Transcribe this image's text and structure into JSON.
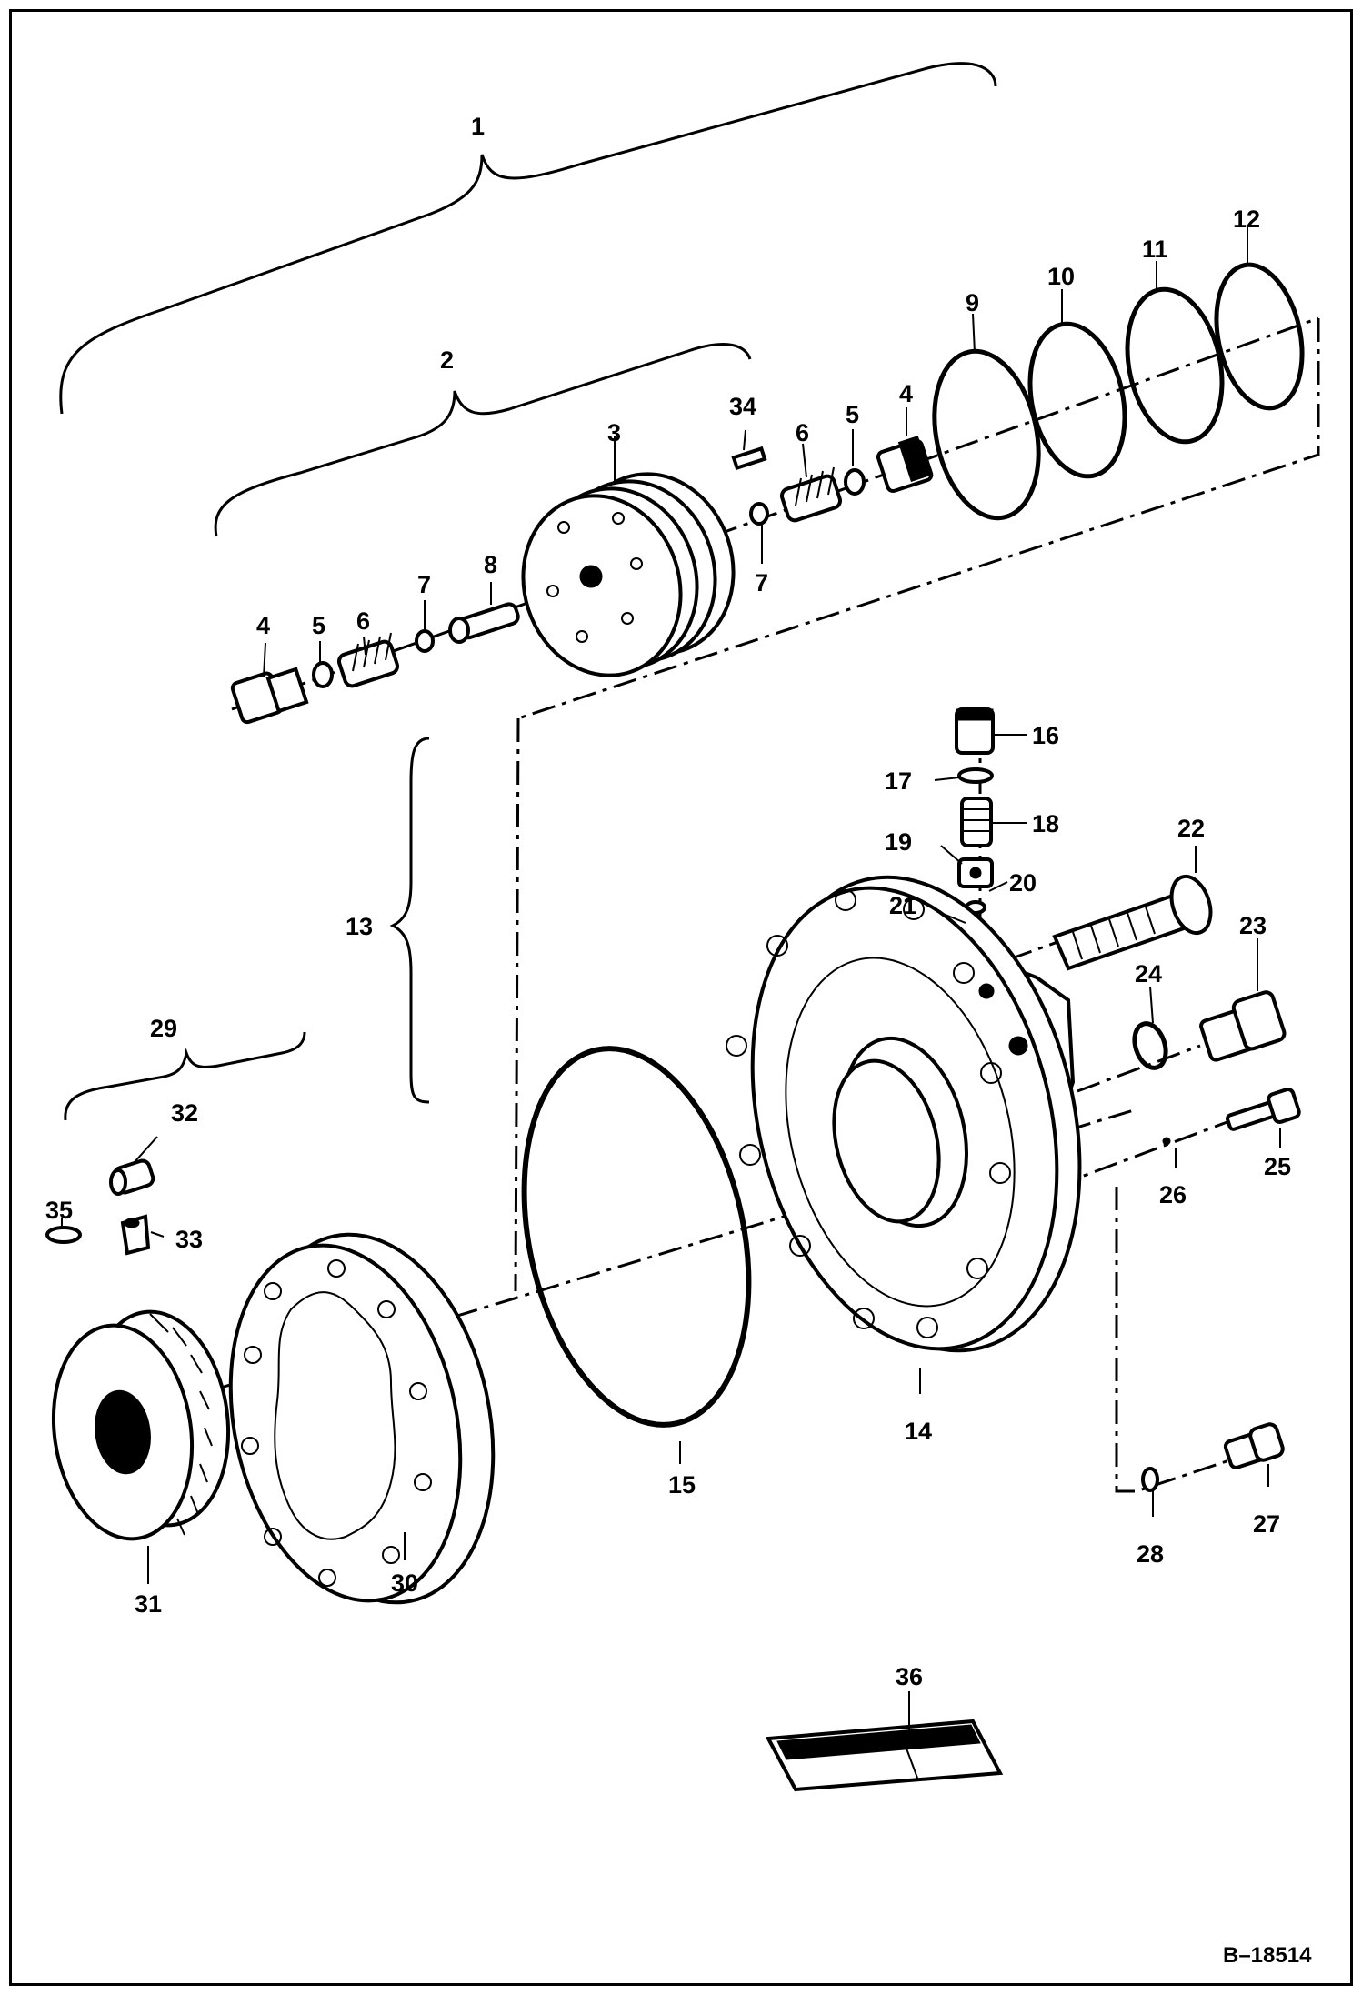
{
  "figure": {
    "reference": "B–18514",
    "part_callouts": {
      "c1": "1",
      "c2": "2",
      "c3": "3",
      "c4a": "4",
      "c4b": "4",
      "c5a": "5",
      "c5b": "5",
      "c6a": "6",
      "c6b": "6",
      "c7a": "7",
      "c7b": "7",
      "c8": "8",
      "c9": "9",
      "c10": "10",
      "c11": "11",
      "c12": "12",
      "c13": "13",
      "c14": "14",
      "c15": "15",
      "c16": "16",
      "c17": "17",
      "c18": "18",
      "c19": "19",
      "c20": "20",
      "c21": "21",
      "c22": "22",
      "c23": "23",
      "c24": "24",
      "c25": "25",
      "c26": "26",
      "c27": "27",
      "c28": "28",
      "c29": "29",
      "c30": "30",
      "c31": "31",
      "c32": "32",
      "c33": "33",
      "c34": "34",
      "c35": "35",
      "c36": "36"
    }
  }
}
